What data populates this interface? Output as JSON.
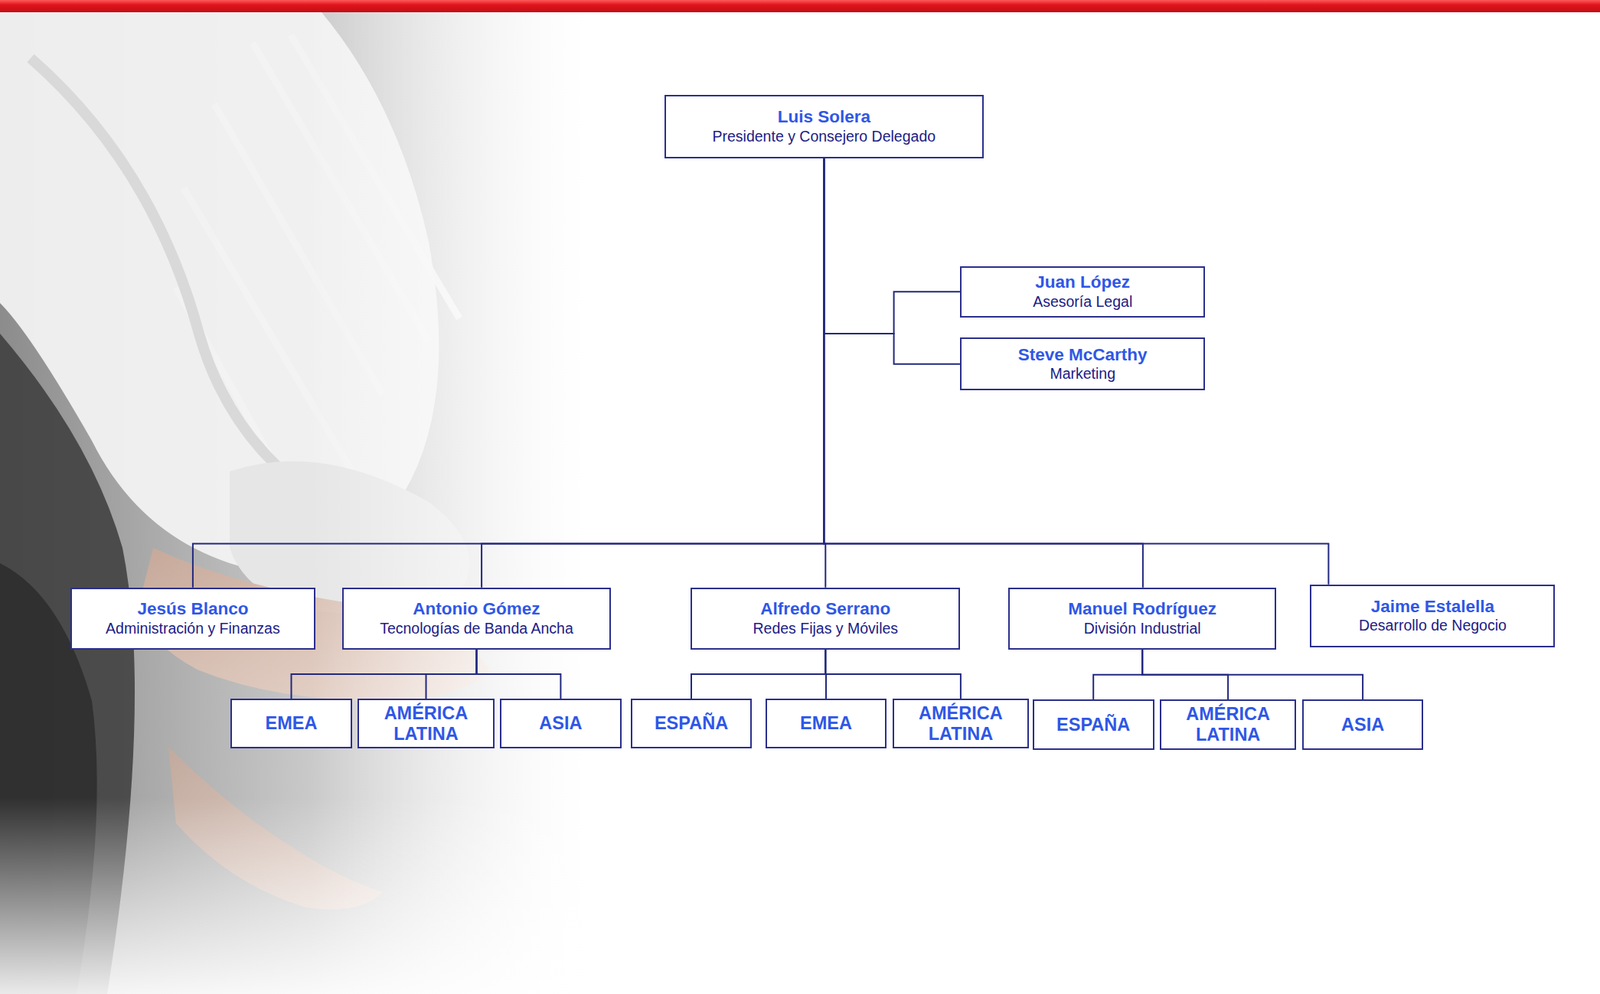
{
  "diagram": {
    "nodes": [
      {
        "text": [
          "Luis Solera",
          "Presidente y Consejero Delegado"
        ]
      },
      {
        "text": [
          "Juan López",
          "Asesoría Legal"
        ]
      },
      {
        "text": [
          "Steve McCarthy",
          "Marketing"
        ]
      },
      {
        "text": [
          "Jesús Blanco",
          "Administración y Finanzas"
        ]
      },
      {
        "text": [
          "Antonio Gómez",
          "Tecnologías de Banda Ancha"
        ]
      },
      {
        "text": [
          "Alfredo Serrano",
          "Redes Fijas y Móviles"
        ]
      },
      {
        "text": [
          "Manuel Rodríguez",
          "División Industrial"
        ]
      },
      {
        "text": [
          "Jaime Estalella",
          "Desarrollo de Negocio"
        ]
      },
      {
        "text": [
          "EMEA"
        ]
      },
      {
        "text": [
          "AMÉRICA LATINA"
        ]
      },
      {
        "text": [
          "ASIA"
        ]
      },
      {
        "text": [
          "ESPAÑA"
        ]
      },
      {
        "text": [
          "EMEA"
        ]
      },
      {
        "text": [
          "AMÉRICA LATINA"
        ]
      },
      {
        "text": [
          "ESPAÑA"
        ]
      },
      {
        "text": [
          "AMÉRICA LATINA"
        ]
      },
      {
        "text": [
          "ASIA"
        ]
      }
    ],
    "edges": [
      {
        "from": 0,
        "to": 1,
        "arrow": "none"
      },
      {
        "from": 0,
        "to": 2,
        "arrow": "none"
      },
      {
        "from": 0,
        "to": 3,
        "arrow": "none"
      },
      {
        "from": 0,
        "to": 4,
        "arrow": "none"
      },
      {
        "from": 0,
        "to": 5,
        "arrow": "none"
      },
      {
        "from": 0,
        "to": 6,
        "arrow": "none"
      },
      {
        "from": 0,
        "to": 7,
        "arrow": "none"
      },
      {
        "from": 4,
        "to": 8,
        "arrow": "none"
      },
      {
        "from": 4,
        "to": 9,
        "arrow": "none"
      },
      {
        "from": 4,
        "to": 10,
        "arrow": "none"
      },
      {
        "from": 5,
        "to": 11,
        "arrow": "none"
      },
      {
        "from": 5,
        "to": 12,
        "arrow": "none"
      },
      {
        "from": 5,
        "to": 13,
        "arrow": "none"
      },
      {
        "from": 6,
        "to": 14,
        "arrow": "none"
      },
      {
        "from": 6,
        "to": 15,
        "arrow": "none"
      },
      {
        "from": 6,
        "to": 16,
        "arrow": "none"
      }
    ]
  }
}
